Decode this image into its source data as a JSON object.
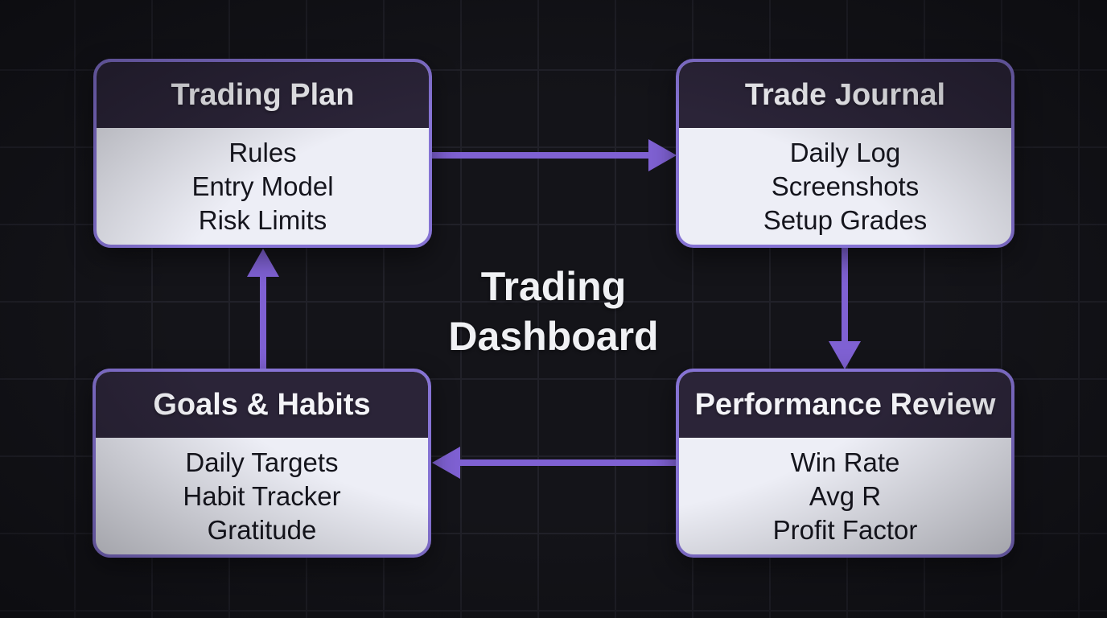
{
  "title": "Trading Dashboard",
  "boxes": [
    {
      "id": "trading-plan",
      "title": "Trading Plan",
      "items": [
        "Rules",
        "Entry Model",
        "Risk Limits"
      ]
    },
    {
      "id": "trade-journal",
      "title": "Trade Journal",
      "items": [
        "Daily Log",
        "Screenshots",
        "Setup Grades"
      ]
    },
    {
      "id": "performance-review",
      "title": "Performance Review",
      "items": [
        "Win Rate",
        "Avg R",
        "Profit Factor"
      ]
    },
    {
      "id": "goals-habits",
      "title": "Goals & Habits",
      "items": [
        "Daily Targets",
        "Habit Tracker",
        "Gratitude"
      ]
    }
  ],
  "connections": [
    {
      "from": "Trading Plan",
      "to": "Trade Journal",
      "direction": "right"
    },
    {
      "from": "Trade Journal",
      "to": "Performance Review",
      "direction": "down"
    },
    {
      "from": "Performance Review",
      "to": "Goals & Habits",
      "direction": "left"
    },
    {
      "from": "Goals & Habits",
      "to": "Trading Plan",
      "direction": "up"
    }
  ],
  "colors": {
    "bg": "#141419",
    "grid": "#212129",
    "border": "#8673d4",
    "header-bg": "#2b2438",
    "header-text": "#f4f4f8",
    "body-bg": "#edeef6",
    "body-text": "#15151d",
    "arrow": "#7f61d3",
    "title": "#f0f1f4"
  }
}
